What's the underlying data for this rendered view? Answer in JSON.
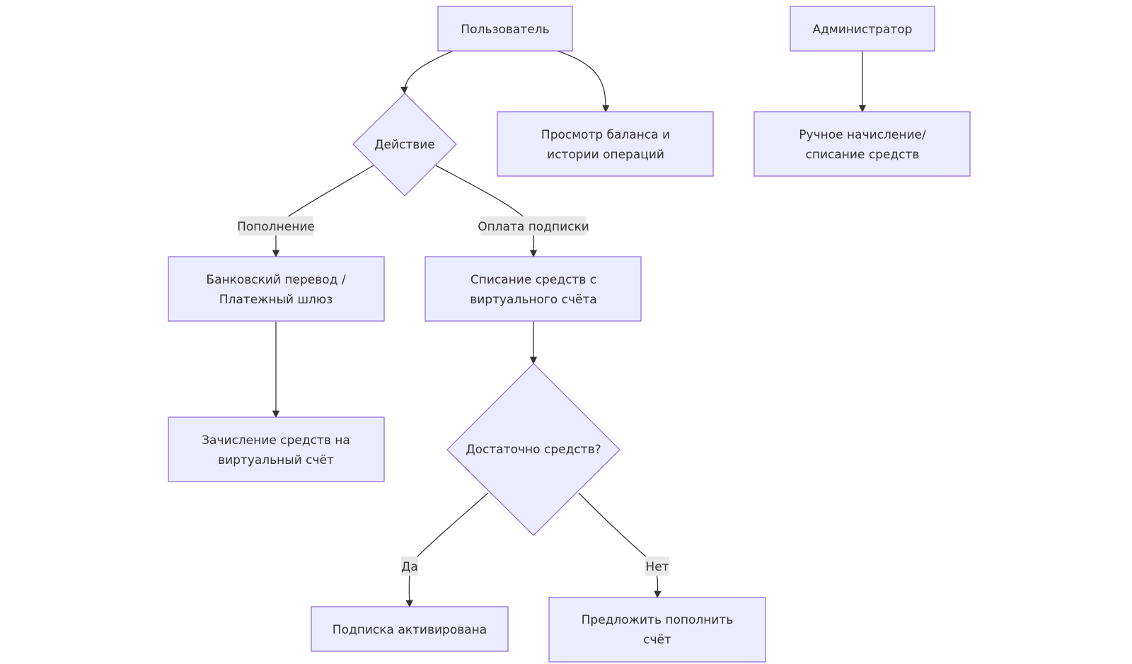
{
  "nodes": {
    "user": "Пользователь",
    "admin": "Администратор",
    "action": "Действие",
    "view_balance": [
      "Просмотр баланса и",
      "истории операций"
    ],
    "manual": [
      "Ручное начисление/",
      "списание средств"
    ],
    "bank": [
      "Банковский перевод /",
      "Платежный шлюз"
    ],
    "debit": [
      "Списание средств с",
      "виртуального счёта"
    ],
    "credit": [
      "Зачисление средств на",
      "виртуальный счёт"
    ],
    "enough": "Достаточно средств?",
    "activated": "Подписка активирована",
    "suggest": [
      "Предложить пополнить",
      "счёт"
    ]
  },
  "edges": {
    "topup": "Пополнение",
    "pay_sub": "Оплата подписки",
    "yes": "Да",
    "no": "Нет"
  },
  "colors": {
    "node_fill": "#ececff",
    "node_stroke": "#9370db",
    "edge": "#333333",
    "label_bg": "#e8e8e8"
  }
}
